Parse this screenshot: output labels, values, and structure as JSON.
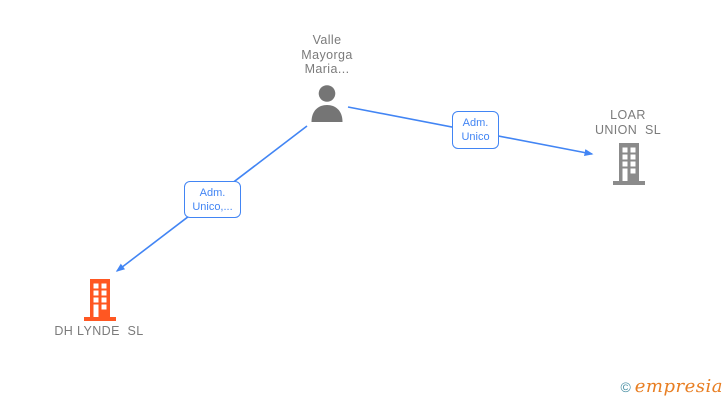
{
  "person_node": {
    "name_lines": [
      "Valle",
      "Mayorga",
      "Maria..."
    ],
    "icon": "person-icon"
  },
  "company_nodes": [
    {
      "name_lines": [
        "LOAR",
        "UNION  SL"
      ],
      "icon": "building-icon",
      "color": "#8b8b8b"
    },
    {
      "name_lines": [
        "DH LYNDE  SL"
      ],
      "icon": "building-icon",
      "color": "#FF5722"
    }
  ],
  "edges": [
    {
      "label_lines": [
        "Adm.",
        "Unico"
      ],
      "from": "Valle Mayorga Maria...",
      "to": "LOAR UNION SL"
    },
    {
      "label_lines": [
        "Adm.",
        "Unico,..."
      ],
      "from": "Valle Mayorga Maria...",
      "to": "DH LYNDE SL"
    }
  ],
  "footer": {
    "copyright": "©",
    "brand": "empresia"
  },
  "colors": {
    "edge": "#4285F4",
    "node-text": "#7b7b7b",
    "person": "#757575",
    "building-gray": "#8b8b8b",
    "building-orange": "#FF5722",
    "brand": "#E87E22",
    "copyright": "#4A90A4"
  }
}
